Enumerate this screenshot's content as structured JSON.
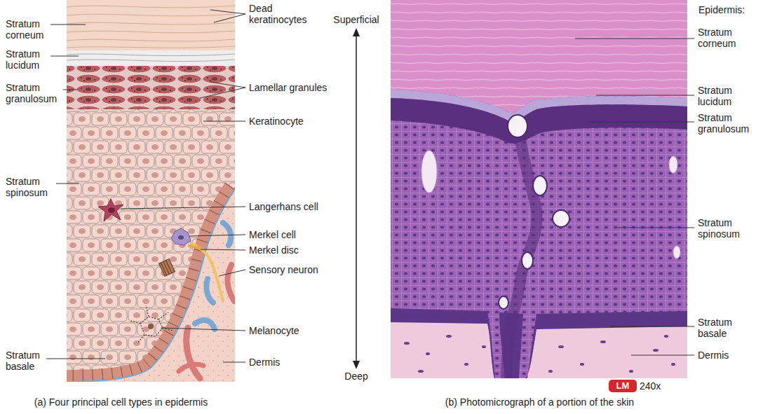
{
  "diagram": {
    "nodes": [
      {
        "text": [
          "LM"
        ]
      }
    ],
    "labels": [
      "Stratum corneum",
      "Stratum lucidum",
      "Stratum granulosum",
      "Stratum spinosum",
      "Stratum basale",
      "Dead keratinocytes",
      "Lamellar granules",
      "Keratinocyte",
      "Langerhans cell",
      "Merkel cell",
      "Merkel disc",
      "Sensory neuron",
      "Melanocyte",
      "Dermis",
      "Superficial",
      "Deep",
      "(a) Four principal cell types in epidermis",
      "Epidermis:",
      "Stratum corneum",
      "Stratum lucidum",
      "Stratum granulosum",
      "Stratum spinosum",
      "Stratum basale",
      "Dermis",
      "240x",
      "(b) Photomicrograph of a portion of the skin"
    ]
  }
}
